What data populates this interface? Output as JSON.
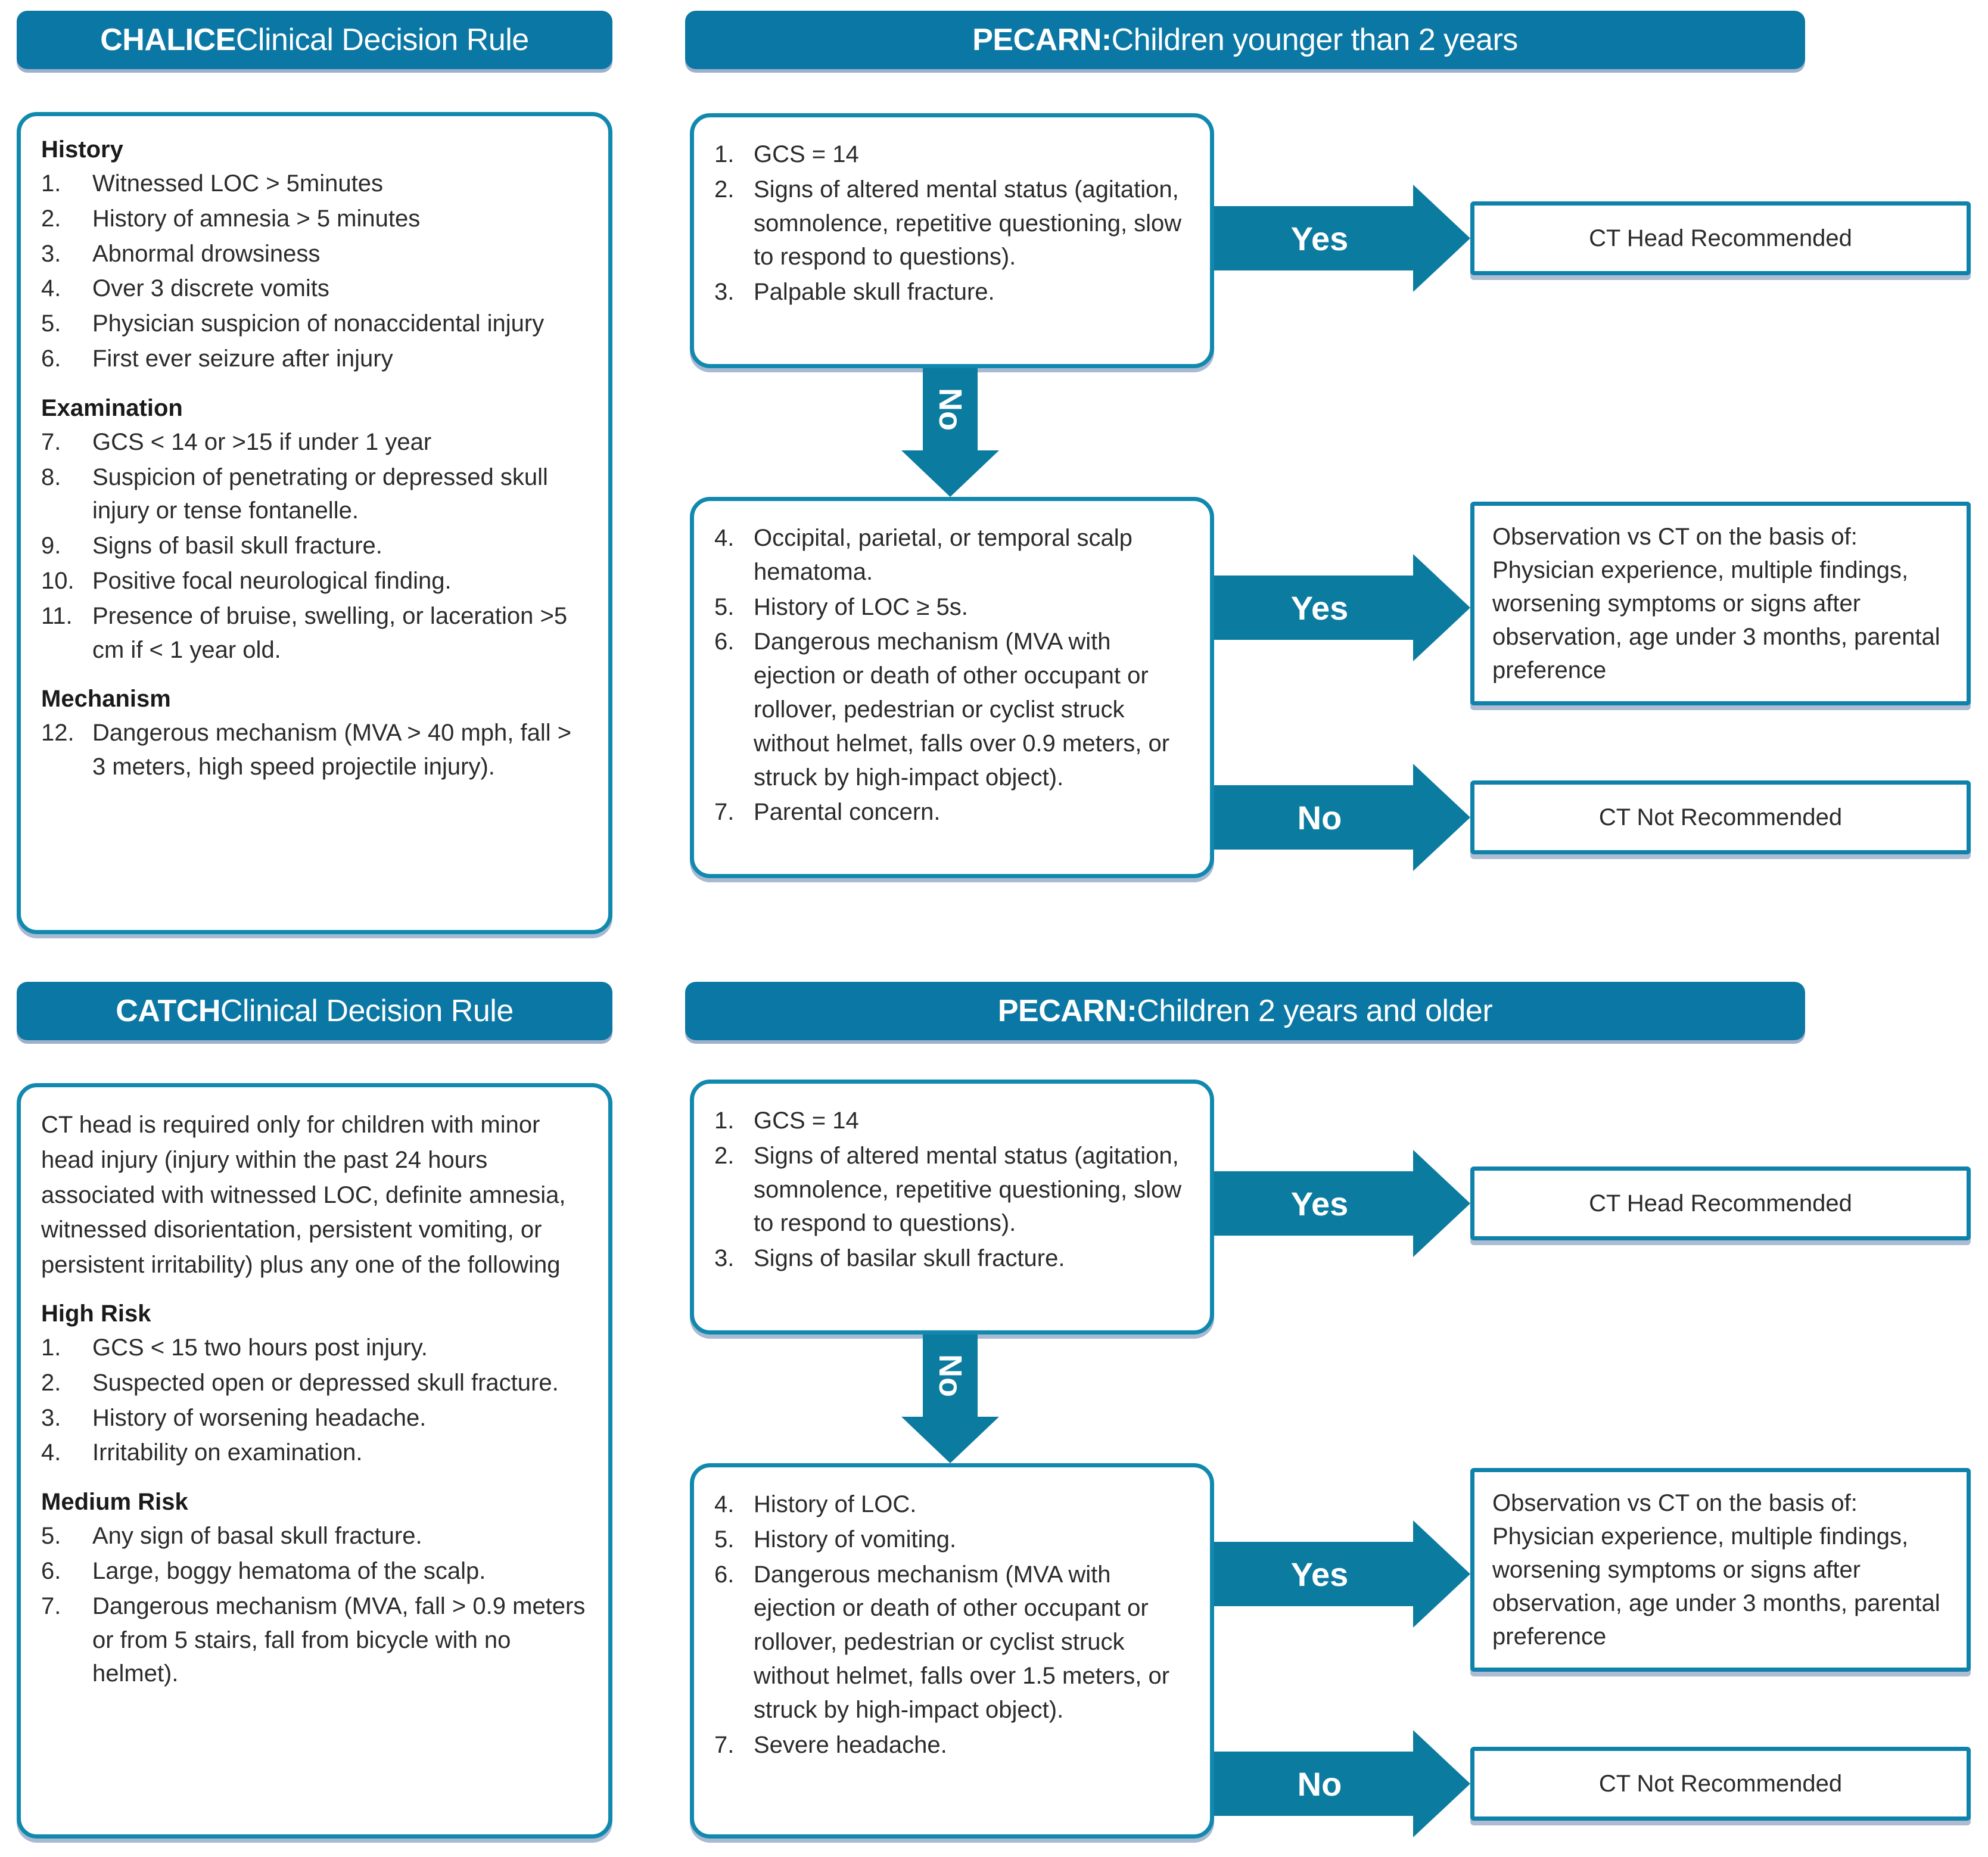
{
  "colors": {
    "header_blue": "#0B77A4",
    "border_blue": "#1189AE",
    "arrow_blue": "#0B7BA0",
    "text": "#2b2b2b"
  },
  "chalice": {
    "header_bold": "CHALICE",
    "header_rest": " Clinical Decision Rule",
    "sections": [
      {
        "title": "History",
        "items": [
          {
            "num": "1.",
            "text": "Witnessed LOC > 5minutes"
          },
          {
            "num": "2.",
            "text": "History of amnesia > 5 minutes"
          },
          {
            "num": "3.",
            "text": "Abnormal  drowsiness"
          },
          {
            "num": "4.",
            "text": "Over 3 discrete vomits"
          },
          {
            "num": "5.",
            "text": "Physician suspicion of nonaccidental injury"
          },
          {
            "num": "6.",
            "text": "First ever seizure after injury"
          }
        ]
      },
      {
        "title": "Examination",
        "items": [
          {
            "num": "7.",
            "text": "GCS < 14 or >15 if under 1 year"
          },
          {
            "num": "8.",
            "text": "Suspicion of penetrating or depressed skull injury or tense fontanelle."
          },
          {
            "num": "9.",
            "text": "Signs of basil skull fracture."
          },
          {
            "num": "10.",
            "text": "Positive focal neurological finding."
          },
          {
            "num": "11.",
            "text": "Presence of bruise, swelling, or laceration >5 cm if < 1 year old."
          }
        ]
      },
      {
        "title": "Mechanism",
        "items": [
          {
            "num": "12.",
            "text": "Dangerous mechanism (MVA > 40 mph, fall > 3 meters, high speed projectile injury)."
          }
        ]
      }
    ]
  },
  "catch": {
    "header_bold": "CATCH",
    "header_rest": " Clinical Decision Rule",
    "intro": "CT head is required only for children with minor head injury (injury within the past 24 hours associated with witnessed LOC, definite amnesia, witnessed disorientation, persistent vomiting, or persistent irritability) plus any one of the following",
    "sections": [
      {
        "title": "High Risk",
        "items": [
          {
            "num": "1.",
            "text": "GCS < 15 two hours post injury."
          },
          {
            "num": "2.",
            "text": "Suspected open or depressed skull fracture."
          },
          {
            "num": "3.",
            "text": "History of worsening headache."
          },
          {
            "num": "4.",
            "text": "Irritability on examination."
          }
        ]
      },
      {
        "title": "Medium Risk",
        "items": [
          {
            "num": "5.",
            "text": "Any sign of basal skull fracture."
          },
          {
            "num": "6.",
            "text": "Large, boggy hematoma of the scalp."
          },
          {
            "num": "7.",
            "text": "Dangerous mechanism (MVA, fall > 0.9 meters or from 5 stairs, fall from bicycle with no helmet)."
          }
        ]
      }
    ]
  },
  "pecarn_young": {
    "header_bold": "PECARN:",
    "header_rest": " Children younger than 2 years",
    "criteria_top": [
      {
        "num": "1.",
        "text": "GCS = 14"
      },
      {
        "num": "2.",
        "text": "Signs of altered mental status (agitation, somnolence, repetitive questioning, slow to respond to questions)."
      },
      {
        "num": "3.",
        "text": "Palpable skull fracture."
      }
    ],
    "criteria_bottom": [
      {
        "num": "4.",
        "text": "Occipital, parietal, or temporal scalp hematoma."
      },
      {
        "num": "5.",
        "text": "History of LOC ≥ 5s."
      },
      {
        "num": "6.",
        "text": "Dangerous mechanism (MVA with ejection or death of other occupant or rollover, pedestrian or cyclist struck without helmet, falls over 0.9 meters, or struck by high-impact object)."
      },
      {
        "num": "7.",
        "text": "Parental concern."
      }
    ],
    "arrow_yes_top": "Yes",
    "arrow_no_down": "No",
    "arrow_yes_bottom": "Yes",
    "arrow_no_bottom": "No",
    "outcome_top": "CT Head Recommended",
    "outcome_observation": "Observation vs CT on the basis of: Physician experience, multiple findings, worsening symptoms or signs after observation, age under 3 months, parental preference",
    "outcome_not_recommended": "CT Not Recommended"
  },
  "pecarn_older": {
    "header_bold": "PECARN:",
    "header_rest": " Children 2 years and older",
    "criteria_top": [
      {
        "num": "1.",
        "text": "GCS = 14"
      },
      {
        "num": "2.",
        "text": "Signs of altered mental status (agitation, somnolence, repetitive questioning, slow to respond to questions)."
      },
      {
        "num": "3.",
        "text": "Signs of basilar skull fracture."
      }
    ],
    "criteria_bottom": [
      {
        "num": "4.",
        "text": "History of LOC."
      },
      {
        "num": "5.",
        "text": "History of vomiting."
      },
      {
        "num": "6.",
        "text": "Dangerous mechanism (MVA with ejection or death of other occupant or rollover, pedestrian or cyclist struck without helmet, falls over 1.5 meters, or struck by high-impact object)."
      },
      {
        "num": "7.",
        "text": "Severe headache."
      }
    ],
    "arrow_yes_top": "Yes",
    "arrow_no_down": "No",
    "arrow_yes_bottom": "Yes",
    "arrow_no_bottom": "No",
    "outcome_top": "CT Head Recommended",
    "outcome_observation": "Observation vs CT on the basis of: Physician experience, multiple findings, worsening symptoms or signs after observation, age under 3 months, parental preference",
    "outcome_not_recommended": "CT Not Recommended"
  }
}
